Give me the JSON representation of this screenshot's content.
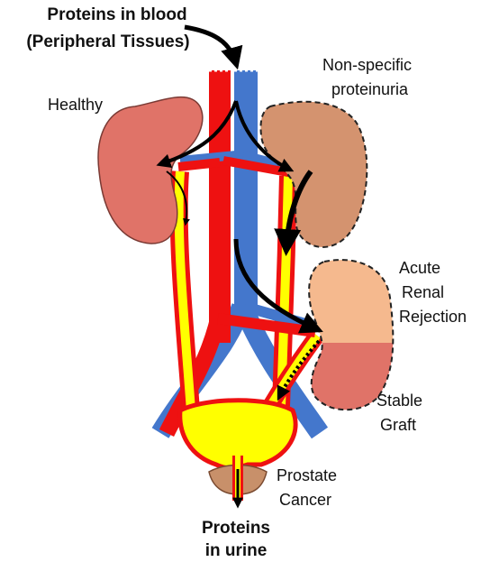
{
  "title": {
    "line1": "Proteins in blood",
    "line2": "(Peripheral Tissues)"
  },
  "labels": {
    "healthy": "Healthy",
    "nonspecific_line1": "Non-specific",
    "nonspecific_line2": "proteinuria",
    "acute_line1": "Acute",
    "acute_line2": "Renal",
    "acute_line3": "Rejection",
    "stable_line1": "Stable",
    "stable_line2": "Graft",
    "prostate_line1": "Prostate",
    "prostate_line2": "Cancer",
    "urine_line1": "Proteins",
    "urine_line2": "in urine"
  },
  "colors": {
    "artery": "#ee1111",
    "vein": "#4477cc",
    "ureter": "#ffff00",
    "healthy_kidney": "#e07368",
    "nonspecific_kidney": "#d4936f",
    "acute_rejection": "#f5b98e",
    "stable_graft": "#e07368",
    "prostate": "#c8906a",
    "arrow": "#000000"
  }
}
